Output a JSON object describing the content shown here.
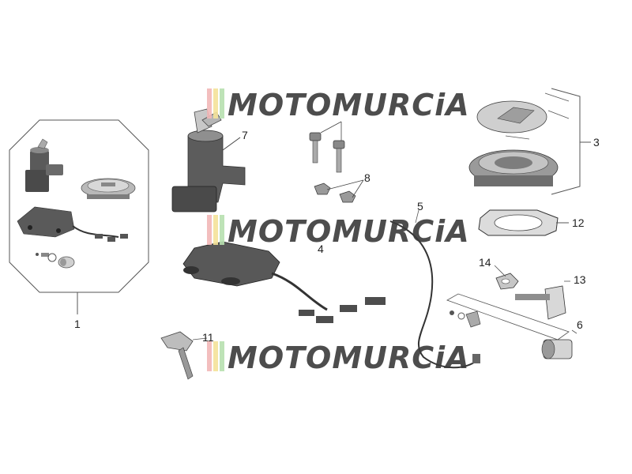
{
  "watermark": {
    "text": "MOTOMURCiA",
    "colors": [
      "#f2b8b8",
      "#f5e39a",
      "#b8e0b0"
    ],
    "text_color": "#3a3a3a"
  },
  "callouts": [
    "1",
    "3",
    "4",
    "5",
    "6",
    "7",
    "8",
    "11",
    "12",
    "13",
    "14"
  ],
  "part_colors": {
    "dark": "#4a4a4a",
    "mid": "#8a8a8a",
    "light": "#cfcfcf",
    "line": "#444444"
  }
}
